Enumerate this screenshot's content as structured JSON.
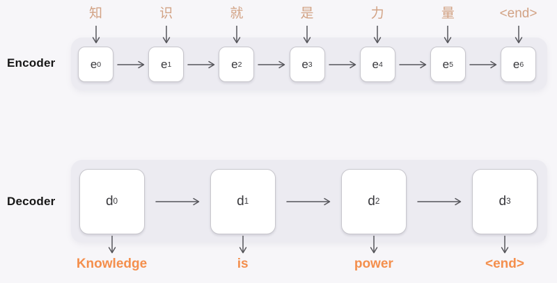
{
  "diagram": {
    "type": "seq2seq-encoder-decoder",
    "colors": {
      "page_bg": "#f7f6f9",
      "strip_bg": "#ecebf1",
      "box_bg": "#ffffff",
      "box_border": "#c7c6cc",
      "arrow": "#55555a",
      "input_token_color": "#d2a284",
      "output_token_color": "#f48f4d",
      "row_label_color": "#161616",
      "state_text_color": "#38383c"
    },
    "encoder": {
      "label": "Encoder",
      "inputs": [
        "知",
        "识",
        "就",
        "是",
        "力",
        "量",
        "<end>"
      ],
      "states": [
        {
          "base": "e",
          "sub": "0"
        },
        {
          "base": "e",
          "sub": "1"
        },
        {
          "base": "e",
          "sub": "2"
        },
        {
          "base": "e",
          "sub": "3"
        },
        {
          "base": "e",
          "sub": "4"
        },
        {
          "base": "e",
          "sub": "5"
        },
        {
          "base": "e",
          "sub": "6"
        }
      ]
    },
    "decoder": {
      "label": "Decoder",
      "states": [
        {
          "base": "d",
          "sub": "0"
        },
        {
          "base": "d",
          "sub": "1"
        },
        {
          "base": "d",
          "sub": "2"
        },
        {
          "base": "d",
          "sub": "3"
        }
      ],
      "outputs": [
        "Knowledge",
        "is",
        "power",
        "<end>"
      ]
    }
  }
}
